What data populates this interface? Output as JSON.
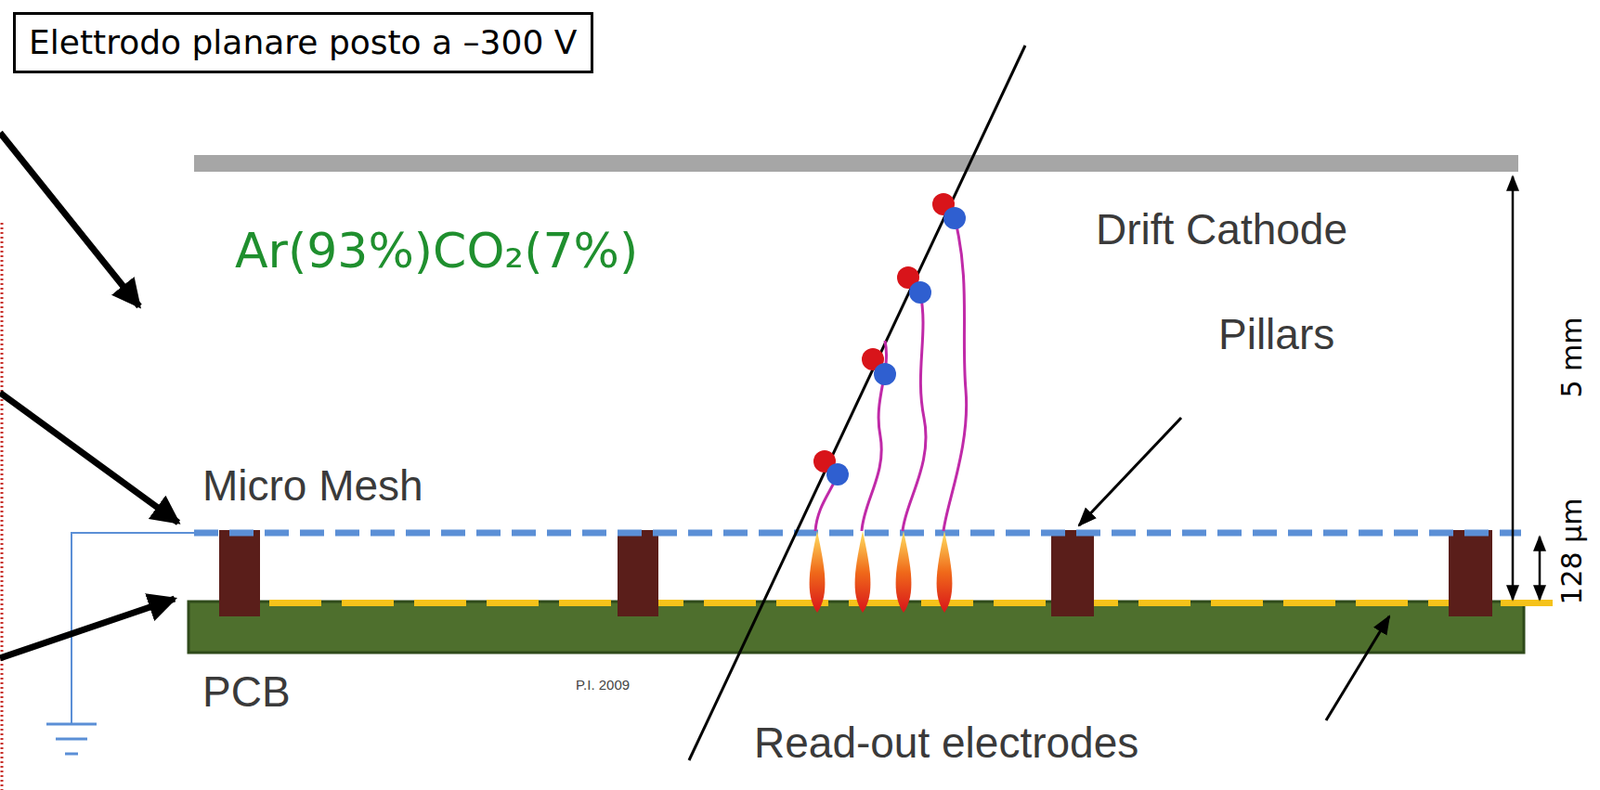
{
  "diagram": {
    "nodes": [
      {
        "text": [
          "Elettrodo planare posto a –300 V"
        ]
      }
    ],
    "labels": [
      "Ar(93%)CO₂(7%)",
      "Drift Cathode",
      "Pillars",
      "Micro Mesh",
      "5 mm",
      "128 µm",
      "PCB",
      "P.I. 2009",
      "Read-out electrodes"
    ]
  }
}
